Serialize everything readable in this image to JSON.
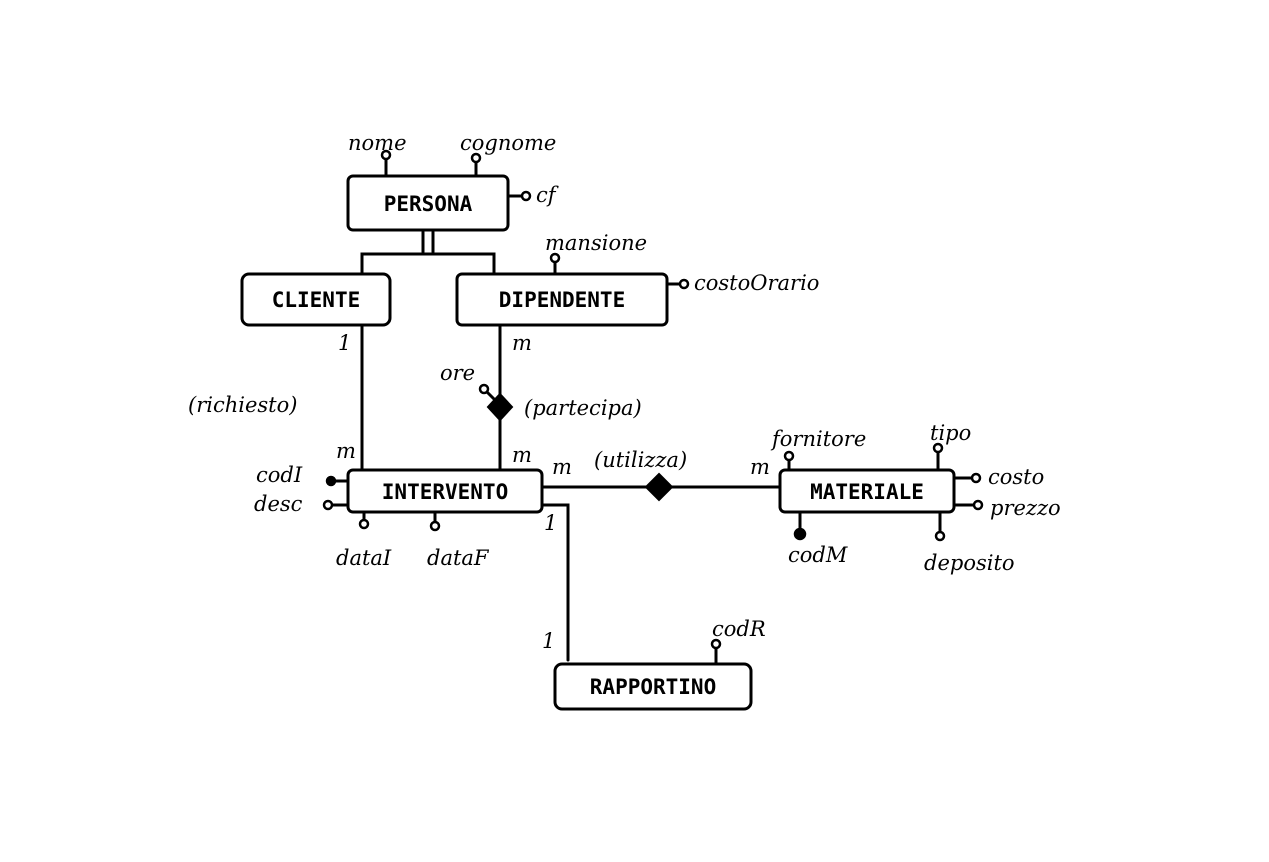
{
  "entities": {
    "persona": "PERSONA",
    "cliente": "CLIENTE",
    "dipendente": "DIPENDENTE",
    "intervento": "INTERVENTO",
    "materiale": "MATERIALE",
    "rapportino": "RAPPORTINO"
  },
  "attributes": {
    "nome": "nome",
    "cognome": "cognome",
    "cf": "cf",
    "mansione": "mansione",
    "costoOrario": "costoOrario",
    "codI": "codI",
    "desc": "desc",
    "dataI": "dataI",
    "dataF": "dataF",
    "fornitore": "fornitore",
    "tipo": "tipo",
    "costo": "costo",
    "prezzo": "prezzo",
    "codM": "codM",
    "deposito": "deposito",
    "codR": "codR"
  },
  "relationships": {
    "richiesto": "(richiesto)",
    "partecipa": "(partecipa)",
    "utilizza": "(utilizza)",
    "partecipa_attr": "ore"
  },
  "cardinalities": {
    "cliente_richiesto": "1",
    "intervento_richiesto": "m",
    "dipendente_partecipa": "m",
    "intervento_partecipa": "m",
    "intervento_utilizza": "m",
    "materiale_utilizza": "m",
    "intervento_rapportino": "1",
    "rapportino_intervento": "1"
  }
}
